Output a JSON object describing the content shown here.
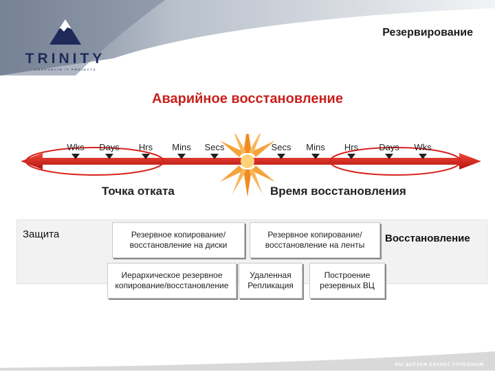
{
  "header": {
    "logo_text": "TRINITY",
    "logo_tagline": "CORPORATE IT PROJECTS",
    "section_title": "Резервирование"
  },
  "main_title": "Аварийное восстановление",
  "timeline": {
    "left_ticks": [
      "Wks",
      "Days",
      "Hrs",
      "Mins",
      "Secs"
    ],
    "right_ticks": [
      "Secs",
      "Mins",
      "Hrs",
      "Days",
      "Wks"
    ],
    "left_caption": "Точка отката",
    "right_caption": "Время восстановления",
    "arrow_color": "#d8211d",
    "highlight_color": "#d8211d",
    "burst_color": "#f28a1e"
  },
  "panel": {
    "left_label": "Защита",
    "right_label": "Восстановление",
    "boxes": {
      "disk_backup": "Резервное копирование/восстановление на диски",
      "tape_backup": "Резервное копирование/восстановление на ленты",
      "hierarchical_backup": "Иерархическое резервное копирование/восстановление",
      "remote_replication": "Удаленная Репликация",
      "backup_dc": "Построение резервных ВЦ"
    }
  },
  "footer": {
    "slogan": "МЫ ДЕЛАЕМ БИЗНЕС УСПЕШНЫМ"
  },
  "colors": {
    "brand_navy": "#1f2a5a",
    "title_red": "#c8201e",
    "footer_gray": "#d9d9d9"
  }
}
